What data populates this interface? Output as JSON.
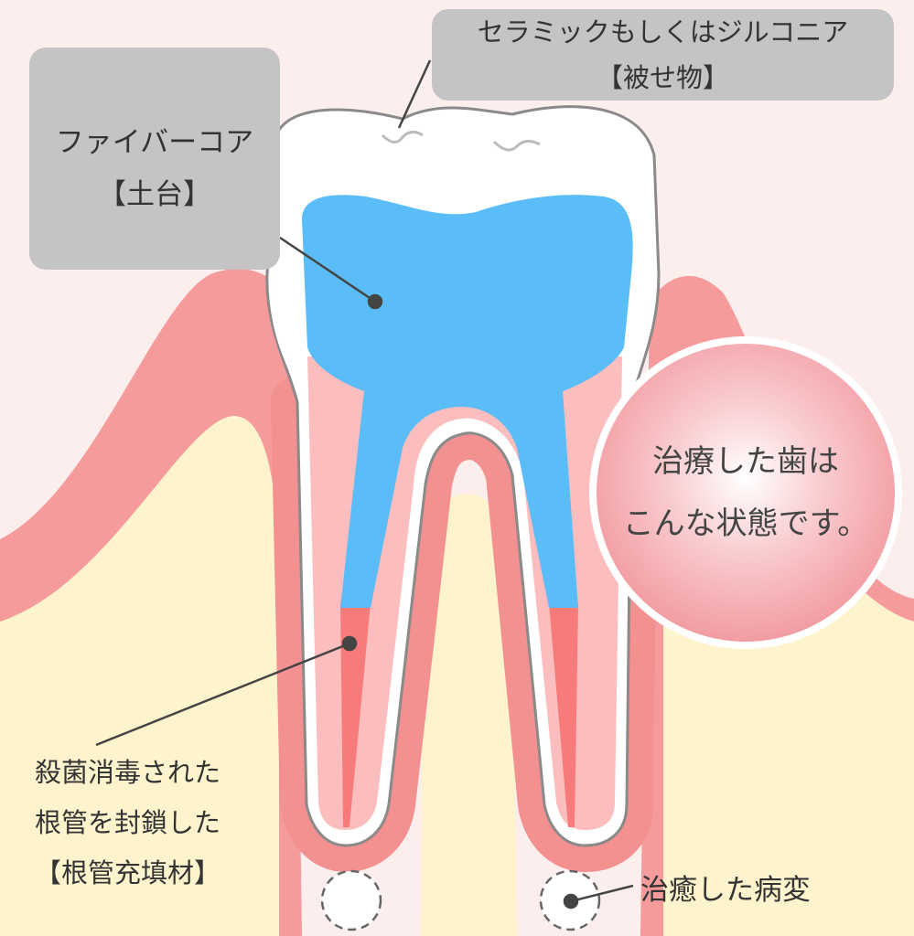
{
  "labels": {
    "fiber_core": {
      "line1": "ファイバーコア",
      "line2": "【土台】"
    },
    "crown": {
      "line1": "セラミックもしくはジルコニア",
      "line2": "【被せ物】"
    },
    "bubble": {
      "line1": "治療した歯は",
      "line2": "こんな状態です。"
    },
    "root_filling": {
      "line1": "殺菌消毒された",
      "line2": "根管を封鎖した",
      "line3": "【根管充填材】"
    },
    "healed_lesion": "治癒した病変"
  },
  "colors": {
    "background": "#fdeeee",
    "gum": "#f59b9b",
    "bone": "#fdf3cd",
    "periodontal": "#f39090",
    "dentin": "#fbbdbd",
    "core": "#5bbdf8",
    "canal_filling": "#f77b7b",
    "label_box": "#c4c4c4"
  }
}
